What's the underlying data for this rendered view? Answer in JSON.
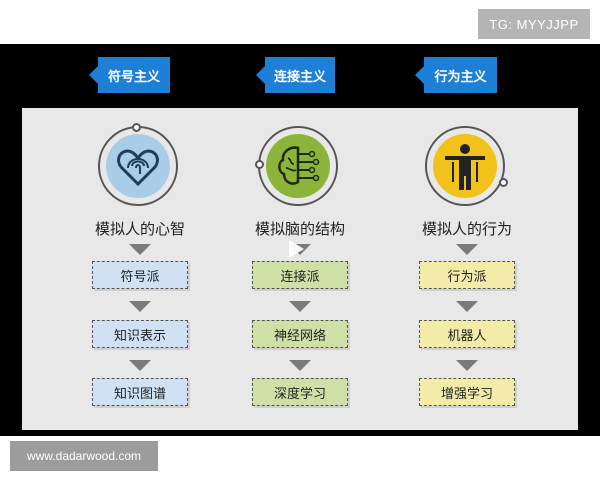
{
  "watermark_top": "TG: MYYJJPP",
  "watermark_bottom": "www.dadarwood.com",
  "colors": {
    "tag_blue": "#1e7fd6",
    "panel_gray": "#e8e8e8",
    "icon_blue": "#a9cde8",
    "icon_green": "#8cb43a",
    "icon_yellow": "#f0c21a",
    "box_blue": "#cfe1f2",
    "box_green": "#cfe0a6",
    "box_yellow": "#f3eba8"
  },
  "columns": [
    {
      "tag": "符号主义",
      "icon": "fingerprint-heart-icon",
      "title": "模拟人的心智",
      "steps": [
        "符号派",
        "知识表示",
        "知识图谱"
      ]
    },
    {
      "tag": "连接主义",
      "icon": "brain-circuit-icon",
      "title": "模拟脑的结构",
      "steps": [
        "连接派",
        "神经网络",
        "深度学习"
      ]
    },
    {
      "tag": "行为主义",
      "icon": "person-body-icon",
      "title": "模拟人的行为",
      "steps": [
        "行为派",
        "机器人",
        "增强学习"
      ]
    }
  ]
}
